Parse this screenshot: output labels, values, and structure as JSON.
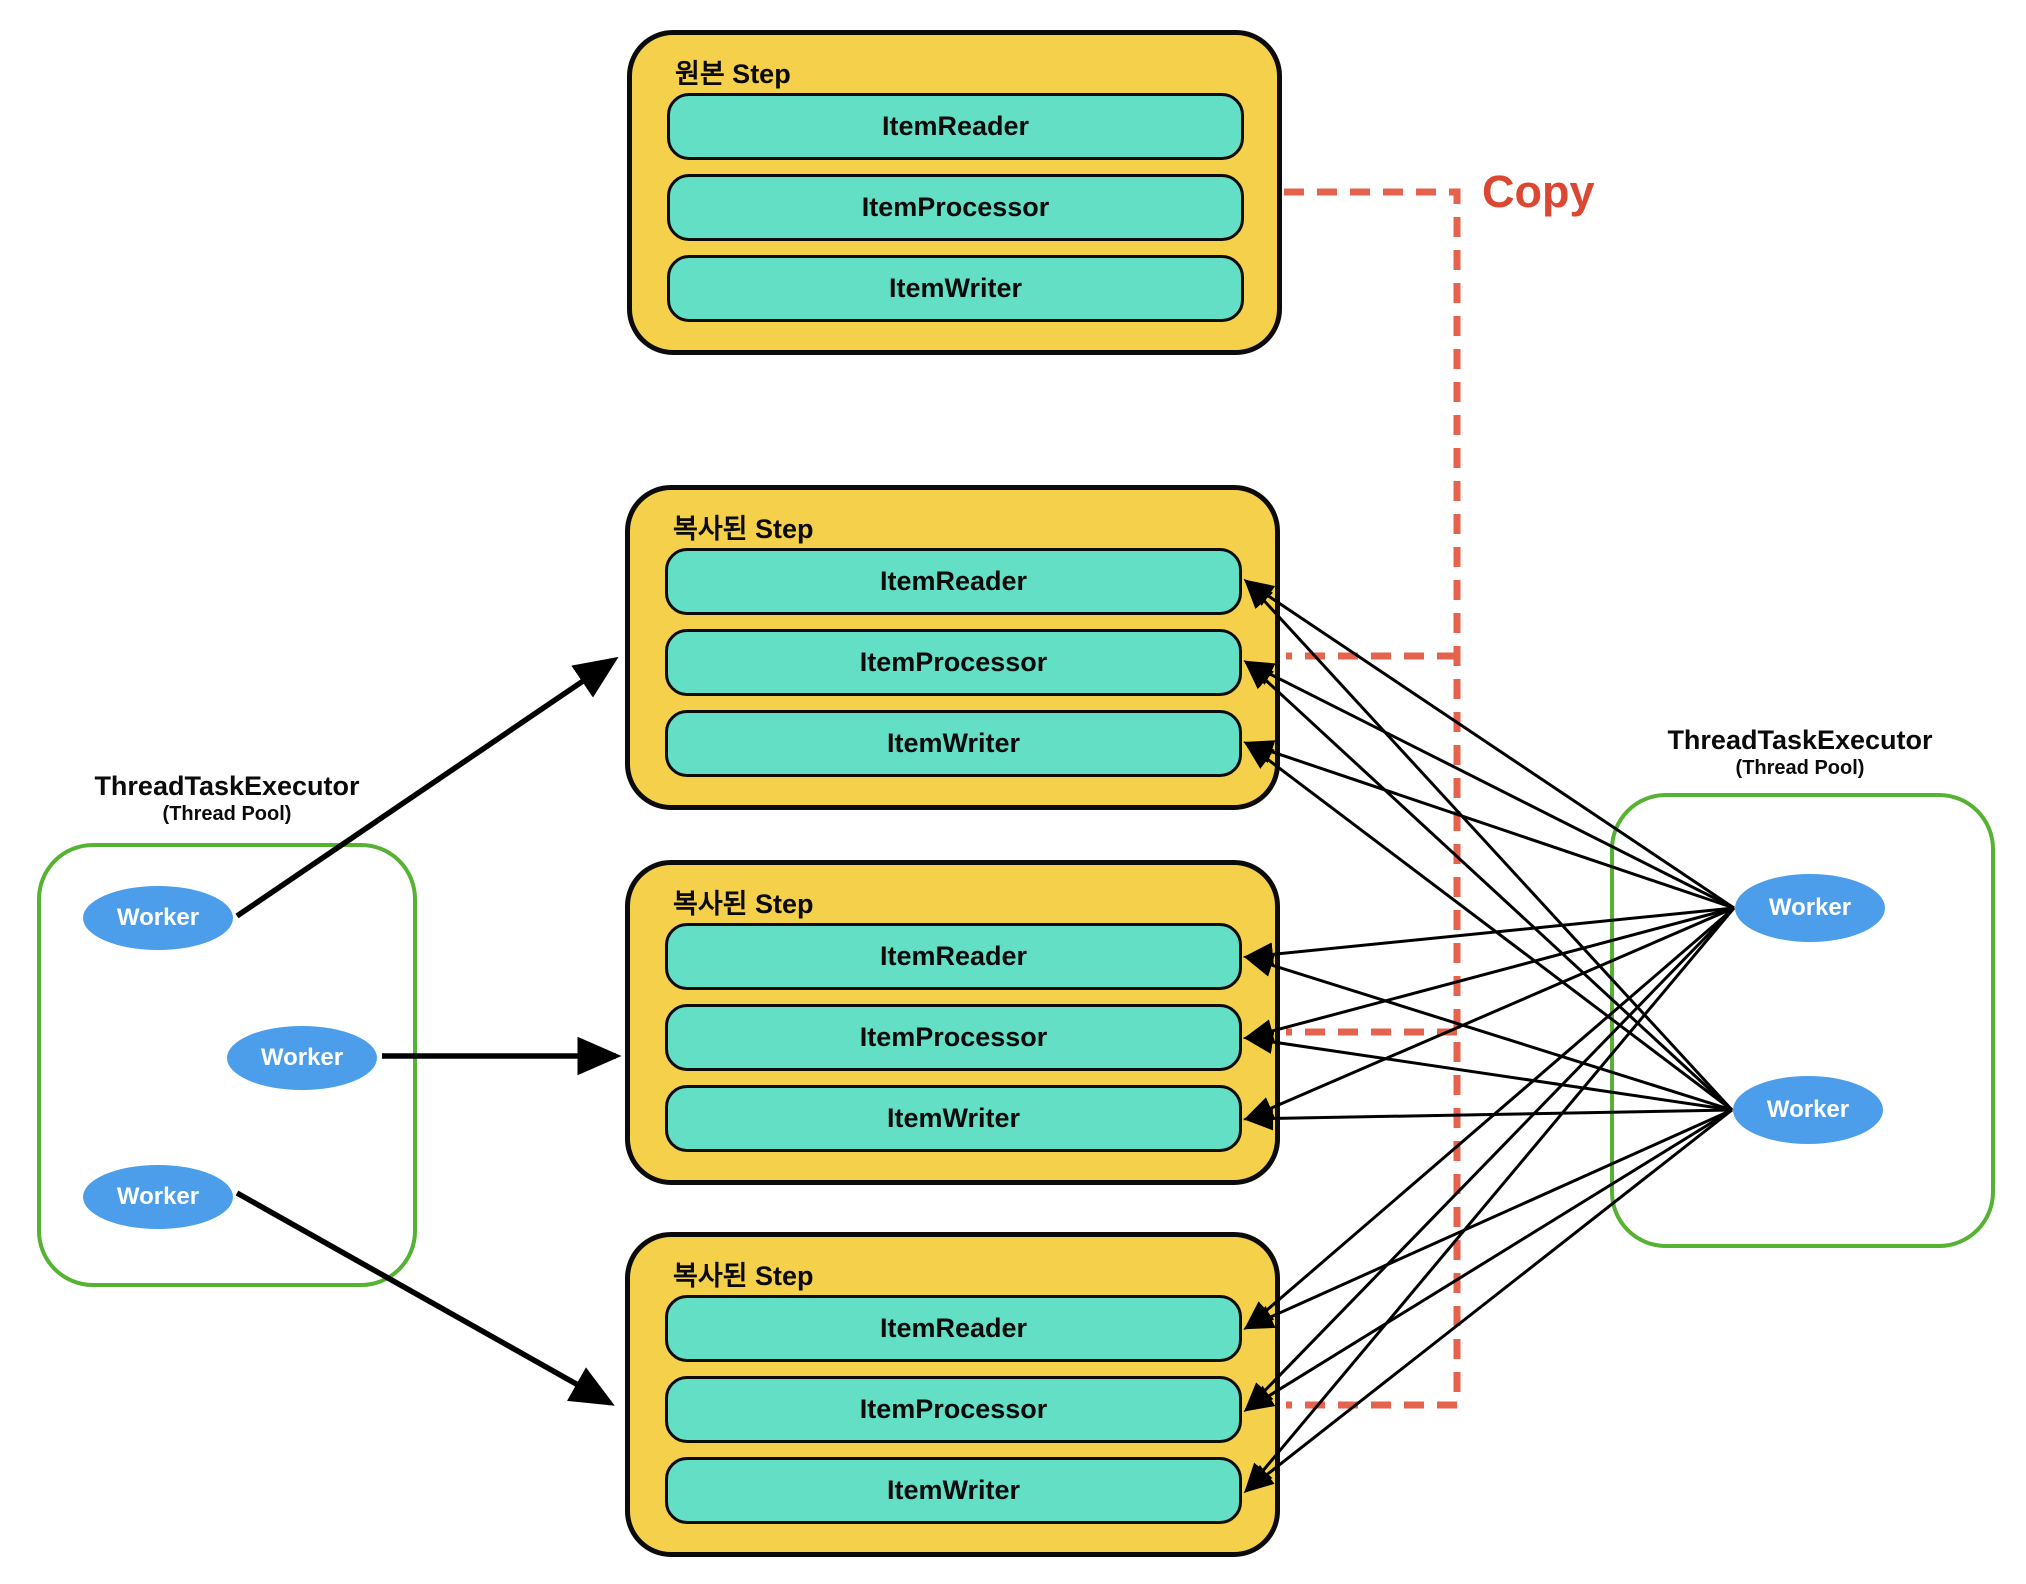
{
  "copy_label": "Copy",
  "original_step": {
    "title": "원본 Step",
    "components": [
      "ItemReader",
      "ItemProcessor",
      "ItemWriter"
    ]
  },
  "copied_steps": [
    {
      "title": "복사된 Step",
      "components": [
        "ItemReader",
        "ItemProcessor",
        "ItemWriter"
      ]
    },
    {
      "title": "복사된 Step",
      "components": [
        "ItemReader",
        "ItemProcessor",
        "ItemWriter"
      ]
    },
    {
      "title": "복사된 Step",
      "components": [
        "ItemReader",
        "ItemProcessor",
        "ItemWriter"
      ]
    }
  ],
  "left_executor": {
    "title": "ThreadTaskExecutor",
    "subtitle": "(Thread Pool)",
    "workers": [
      "Worker",
      "Worker",
      "Worker"
    ]
  },
  "right_executor": {
    "title": "ThreadTaskExecutor",
    "subtitle": "(Thread Pool)",
    "workers": [
      "Worker",
      "Worker"
    ]
  },
  "colors": {
    "step_fill": "#F5D14B",
    "component_fill": "#63DFC6",
    "worker_fill": "#4C9EEB",
    "pool_border": "#56B233",
    "copy_text": "#DC4732",
    "copy_dash": "#E5624D",
    "arrow": "#000000"
  }
}
